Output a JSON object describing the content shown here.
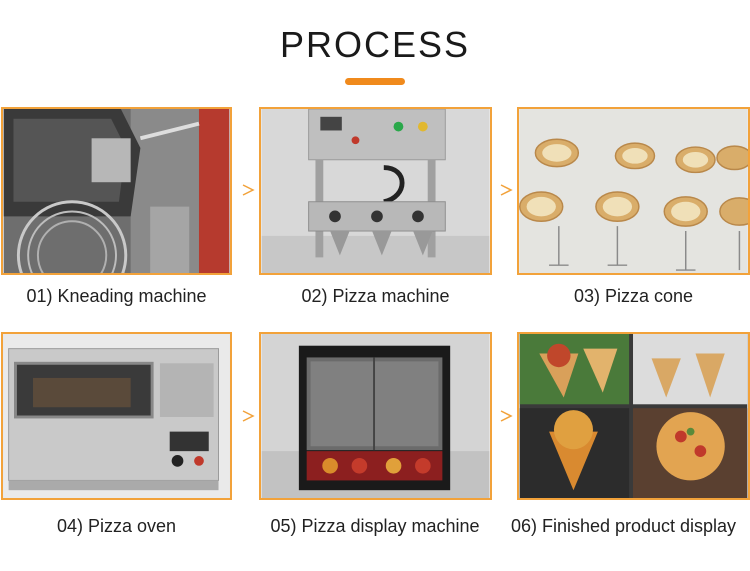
{
  "header": {
    "title": "PROCESS",
    "accent_color": "#f08a1c"
  },
  "frame_color": "#f2a23a",
  "steps": [
    {
      "caption": "01) Kneading machine",
      "image": "kneading-machine-photo"
    },
    {
      "caption": "02) Pizza machine",
      "image": "pizza-cone-forming-machine-photo"
    },
    {
      "caption": "03) Pizza cone",
      "image": "pizza-cones-on-stands-photo"
    },
    {
      "caption": "04) Pizza oven",
      "image": "pizza-oven-photo"
    },
    {
      "caption": "05) Pizza display machine",
      "image": "display-cabinet-photo"
    },
    {
      "caption": "06) Finished product display",
      "image": "finished-pizza-cones-collage-photo"
    }
  ]
}
